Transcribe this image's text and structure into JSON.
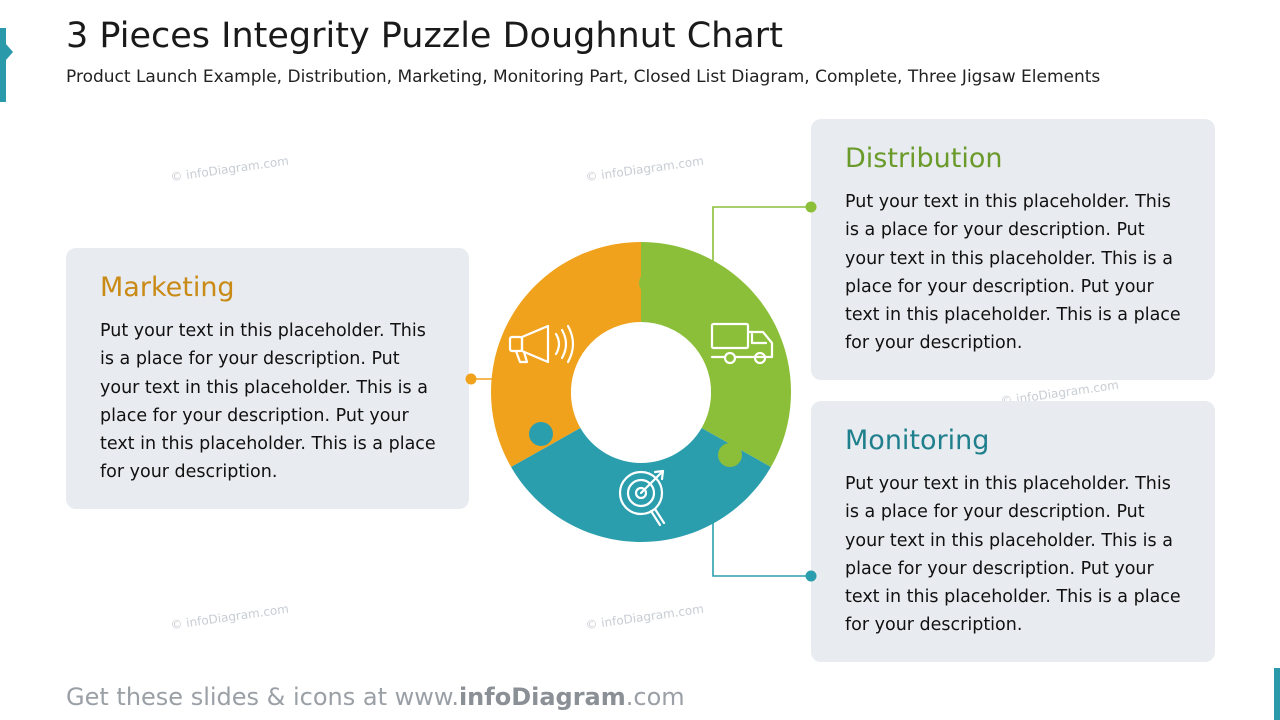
{
  "header": {
    "title": "3 Pieces Integrity Puzzle Doughnut Chart",
    "subtitle": "Product Launch Example, Distribution, Marketing, Monitoring Part, Closed List Diagram, Complete, Three Jigsaw Elements"
  },
  "sections": {
    "marketing": {
      "title": "Marketing",
      "text": "Put your text in this placeholder. This is a place for your description. Put your text in this placeholder. This is a place for your description. Put your text in this placeholder. This is a place for your description.",
      "color": "#f0a21c",
      "icon": "megaphone-icon"
    },
    "distribution": {
      "title": "Distribution",
      "text": "Put your text in this placeholder. This is a place for your description. Put your text in this placeholder. This is a place for your description. Put your text in this placeholder. This is a place for your description.",
      "color": "#8bbf3a",
      "icon": "truck-icon"
    },
    "monitoring": {
      "title": "Monitoring",
      "text": "Put your text in this placeholder. This is a place for your description. Put your text in this placeholder. This is a place for your description. Put your text in this placeholder. This is a place for your description.",
      "color": "#2b9eae",
      "icon": "target-magnifier-icon"
    }
  },
  "watermark": {
    "text": "© infoDiagram.com"
  },
  "footer": {
    "prefix": "Get these slides & icons at www.",
    "brand": "infoDiagram",
    "suffix": ".com"
  }
}
